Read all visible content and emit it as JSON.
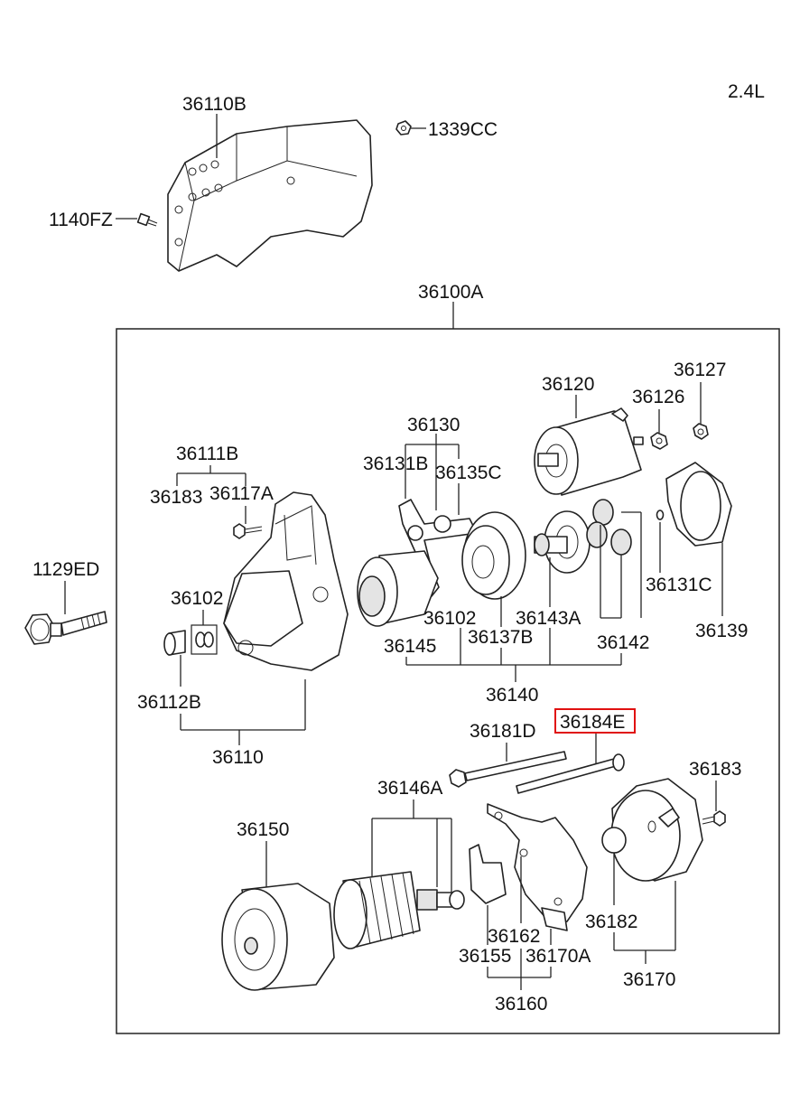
{
  "engine": "2.4L",
  "labels": {
    "p36110B": "36110B",
    "p1339CC": "1339CC",
    "p1140FZ": "1140FZ",
    "p36100A": "36100A",
    "p36120": "36120",
    "p36127": "36127",
    "p36126": "36126",
    "p36130": "36130",
    "p36111B": "36111B",
    "p36131B": "36131B",
    "p36135C": "36135C",
    "p36183a": "36183",
    "p36117A": "36117A",
    "p1129ED": "1129ED",
    "p36102a": "36102",
    "p36131C": "36131C",
    "p36102b": "36102",
    "p36143A": "36143A",
    "p36139": "36139",
    "p36145": "36145",
    "p36137B": "36137B",
    "p36142": "36142",
    "p36112B": "36112B",
    "p36140": "36140",
    "p36184E": "36184E",
    "p36181D": "36181D",
    "p36110": "36110",
    "p36183b": "36183",
    "p36146A": "36146A",
    "p36150": "36150",
    "p36162": "36162",
    "p36182": "36182",
    "p36155": "36155",
    "p36170A": "36170A",
    "p36170": "36170",
    "p36160": "36160"
  },
  "highlight_color": "#e01010"
}
